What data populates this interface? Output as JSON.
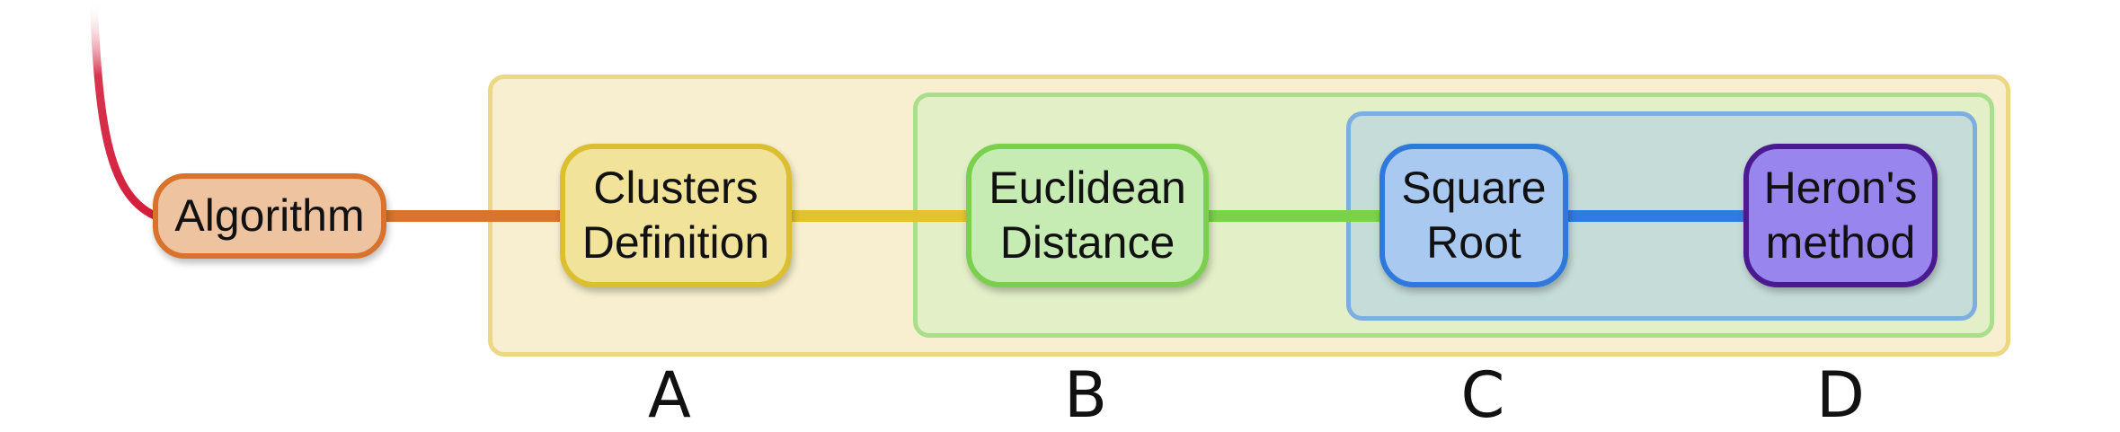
{
  "colors": {
    "root_stroke": "#d21f3c",
    "algorithm": {
      "fill": "#eec3a0",
      "border": "#d9722c",
      "link": "#d8742c"
    },
    "clusters": {
      "fill": "#f2e39a",
      "border": "#dcbf30",
      "link": "#e2c22e",
      "group_fill": "#f7efcf",
      "group_border": "#ecd784"
    },
    "euclidean": {
      "fill": "#c7ecb3",
      "border": "#7ad04c",
      "link": "#79d24a",
      "group_fill": "#e2efc7",
      "group_border": "#a9df8a"
    },
    "square": {
      "fill": "#a9c9f0",
      "border": "#2f78dc",
      "link": "#2f7ce0",
      "group_fill": "#c5dcd8",
      "group_border": "#7eaee0"
    },
    "heron": {
      "fill": "#9985ee",
      "border": "#4b1a90"
    }
  },
  "nodes": {
    "algorithm": "Algorithm",
    "clusters": "Clusters\nDefinition",
    "euclidean": "Euclidean\nDistance",
    "square": "Square\nRoot",
    "heron": "Heron's\nmethod"
  },
  "letters": [
    "A",
    "B",
    "C",
    "D"
  ]
}
